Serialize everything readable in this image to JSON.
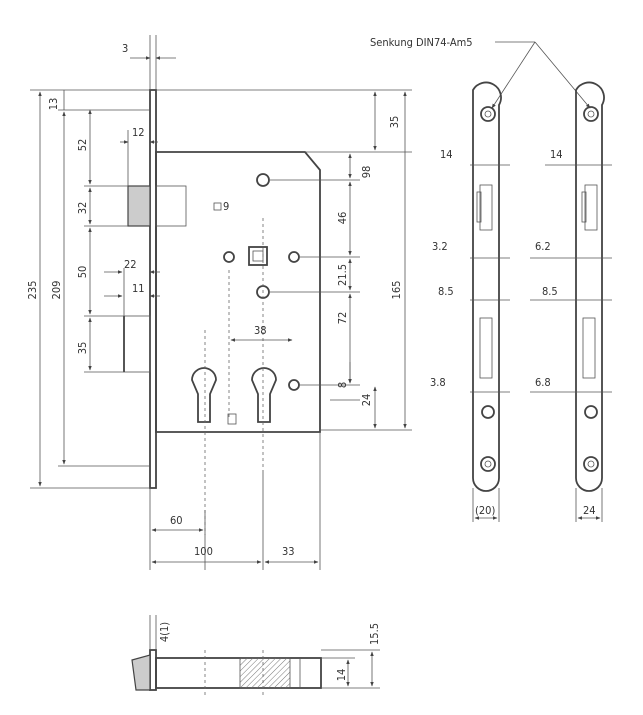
{
  "callout": {
    "label": "Senkung DIN74-Am5"
  },
  "dimensions": {
    "d3": "3",
    "d13": "13",
    "d235": "235",
    "d209": "209",
    "d52": "52",
    "d12": "12",
    "d32": "32",
    "d50": "50",
    "d22": "22",
    "d11": "11",
    "d35_left": "35",
    "d35_right": "35",
    "d98": "98",
    "d9": "9",
    "d46": "46",
    "d21_5": "21.5",
    "d165": "165",
    "d38": "38",
    "d72": "72",
    "d8": "8",
    "d24_side": "24",
    "d60": "60",
    "d100": "100",
    "d33": "33",
    "d4_1": "4(1)",
    "d15_5": "15.5",
    "d14_bottom": "14"
  },
  "faceplates": {
    "left": {
      "d14": "14",
      "d3_2": "3.2",
      "d8_5": "8.5",
      "d3_8": "3.8",
      "width": "(20)"
    },
    "right": {
      "d14": "14",
      "d6_2": "6.2",
      "d8_5": "8.5",
      "d6_8": "6.8",
      "width": "24"
    }
  }
}
